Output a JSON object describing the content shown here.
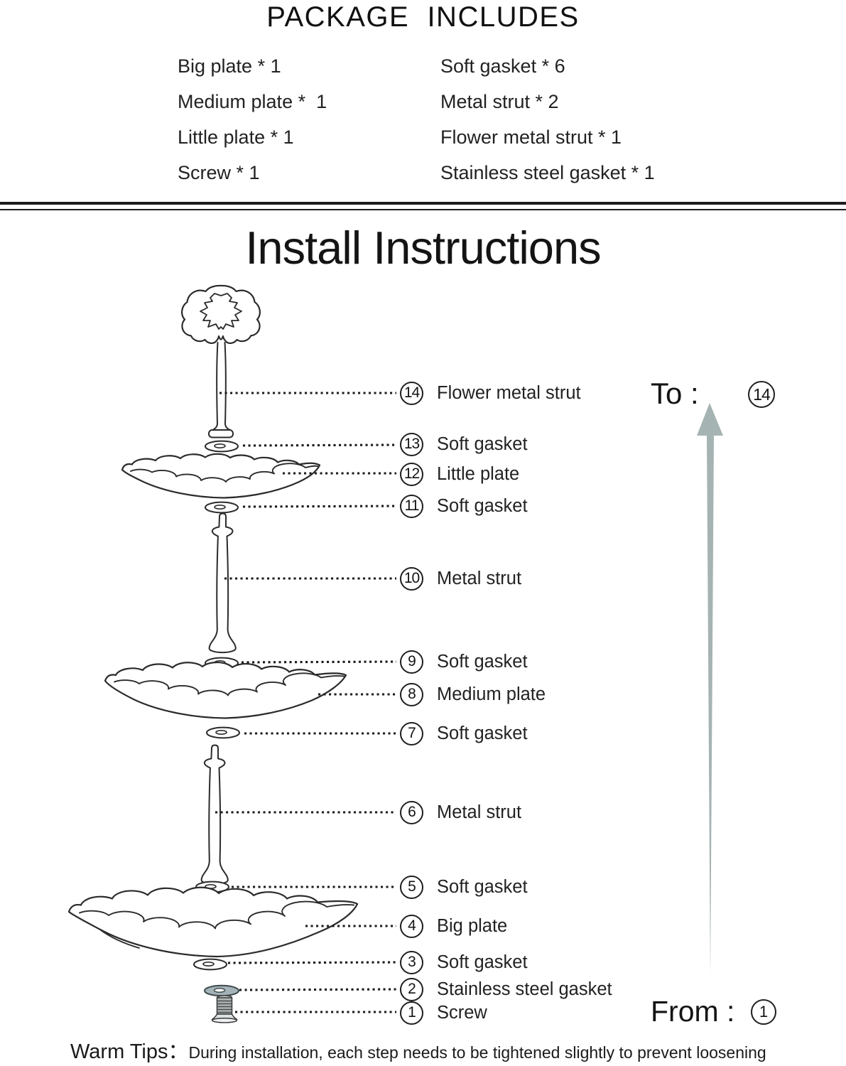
{
  "package": {
    "title": "PACKAGE  INCLUDES",
    "left": [
      "Big plate * 1",
      "Medium plate *  1",
      "Little plate * 1",
      "Screw * 1"
    ],
    "right": [
      "Soft gasket * 6",
      "Metal strut * 2",
      "Flower metal strut * 1",
      "Stainless steel gasket * 1"
    ]
  },
  "install": {
    "title": "Install Instructions",
    "parts": [
      {
        "num": "14",
        "label": "Flower metal strut"
      },
      {
        "num": "13",
        "label": "Soft gasket"
      },
      {
        "num": "12",
        "label": "Little plate"
      },
      {
        "num": "11",
        "label": "Soft gasket"
      },
      {
        "num": "10",
        "label": "Metal strut"
      },
      {
        "num": "9",
        "label": "Soft gasket"
      },
      {
        "num": "8",
        "label": "Medium plate"
      },
      {
        "num": "7",
        "label": "Soft gasket"
      },
      {
        "num": "6",
        "label": "Metal strut"
      },
      {
        "num": "5",
        "label": "Soft gasket"
      },
      {
        "num": "4",
        "label": "Big plate"
      },
      {
        "num": "3",
        "label": "Soft gasket"
      },
      {
        "num": "2",
        "label": "Stainless steel gasket"
      },
      {
        "num": "1",
        "label": "Screw"
      }
    ],
    "direction": {
      "to_label": "To :",
      "to_num": "14",
      "from_label": "From :",
      "from_num": "1"
    },
    "arrow_color": "#a6b3b3",
    "line_color": "#2b2b2b",
    "steel_gasket_color": "#a3b3b7",
    "screw_body_color": "#b0b6b6"
  },
  "warm_tips": {
    "heading": "Warm Tips：",
    "text": "During installation, each step needs to be tightened slightly to prevent loosening"
  }
}
